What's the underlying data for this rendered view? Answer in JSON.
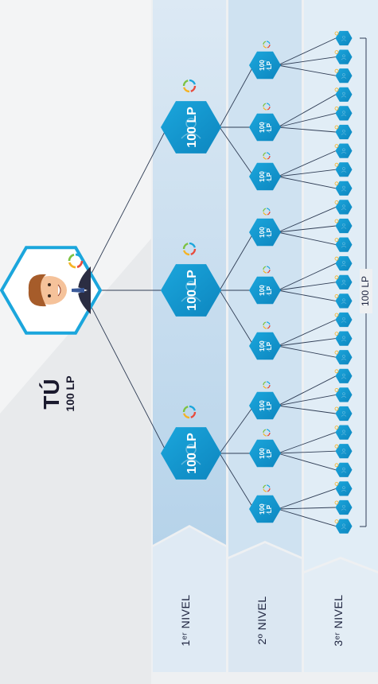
{
  "you": {
    "title": "TÚ",
    "points": "100 LP"
  },
  "levels": [
    {
      "label": "1ᵉʳ NIVEL",
      "node_value": "100 LP",
      "node_count": 3
    },
    {
      "label": "2º NIVEL",
      "node_value": "100 LP",
      "node_count": 9
    },
    {
      "label": "3ᵉʳ NIVEL",
      "node_count": 27
    }
  ],
  "level3_total": "100 LP",
  "colors": {
    "node_blue": "#1ba6dc",
    "node_blue_dark": "#0d86bf",
    "band_1": "#b6d3ea",
    "band_2": "#cfe2f1",
    "band_3": "#e1edf6",
    "background": "#eef0f2",
    "line": "#2f3d55"
  },
  "icons": [
    "avatar-icon",
    "ring-logo-icon",
    "person-icon"
  ]
}
